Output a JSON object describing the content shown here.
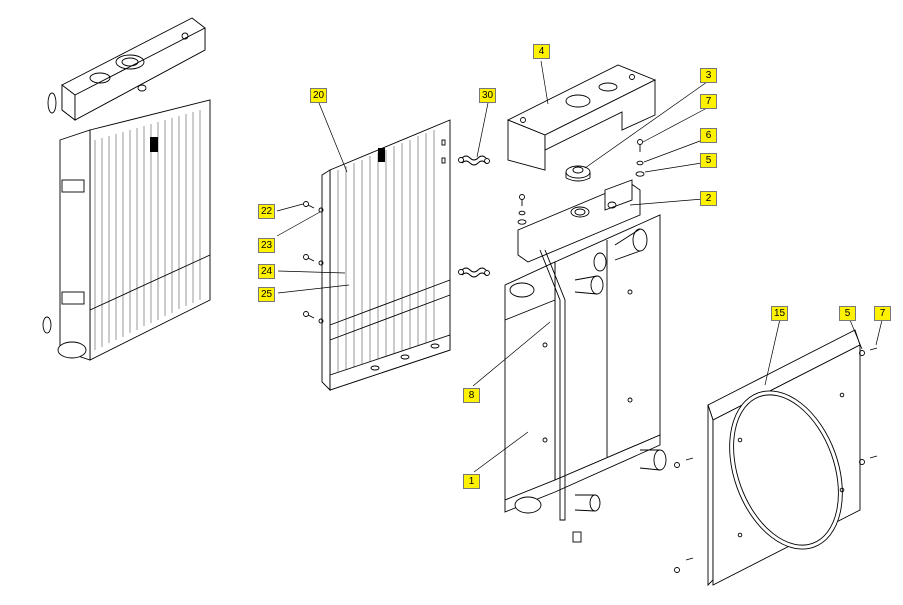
{
  "callouts": {
    "c1": "1",
    "c2": "2",
    "c3": "3",
    "c4": "4",
    "c5a": "5",
    "c5b": "5",
    "c6": "6",
    "c7a": "7",
    "c7b": "7",
    "c8": "8",
    "c15": "15",
    "c20": "20",
    "c22": "22",
    "c23": "23",
    "c24": "24",
    "c25": "25",
    "c30": "30"
  },
  "colors": {
    "callout_fill": "#fff200",
    "line": "#000000"
  }
}
